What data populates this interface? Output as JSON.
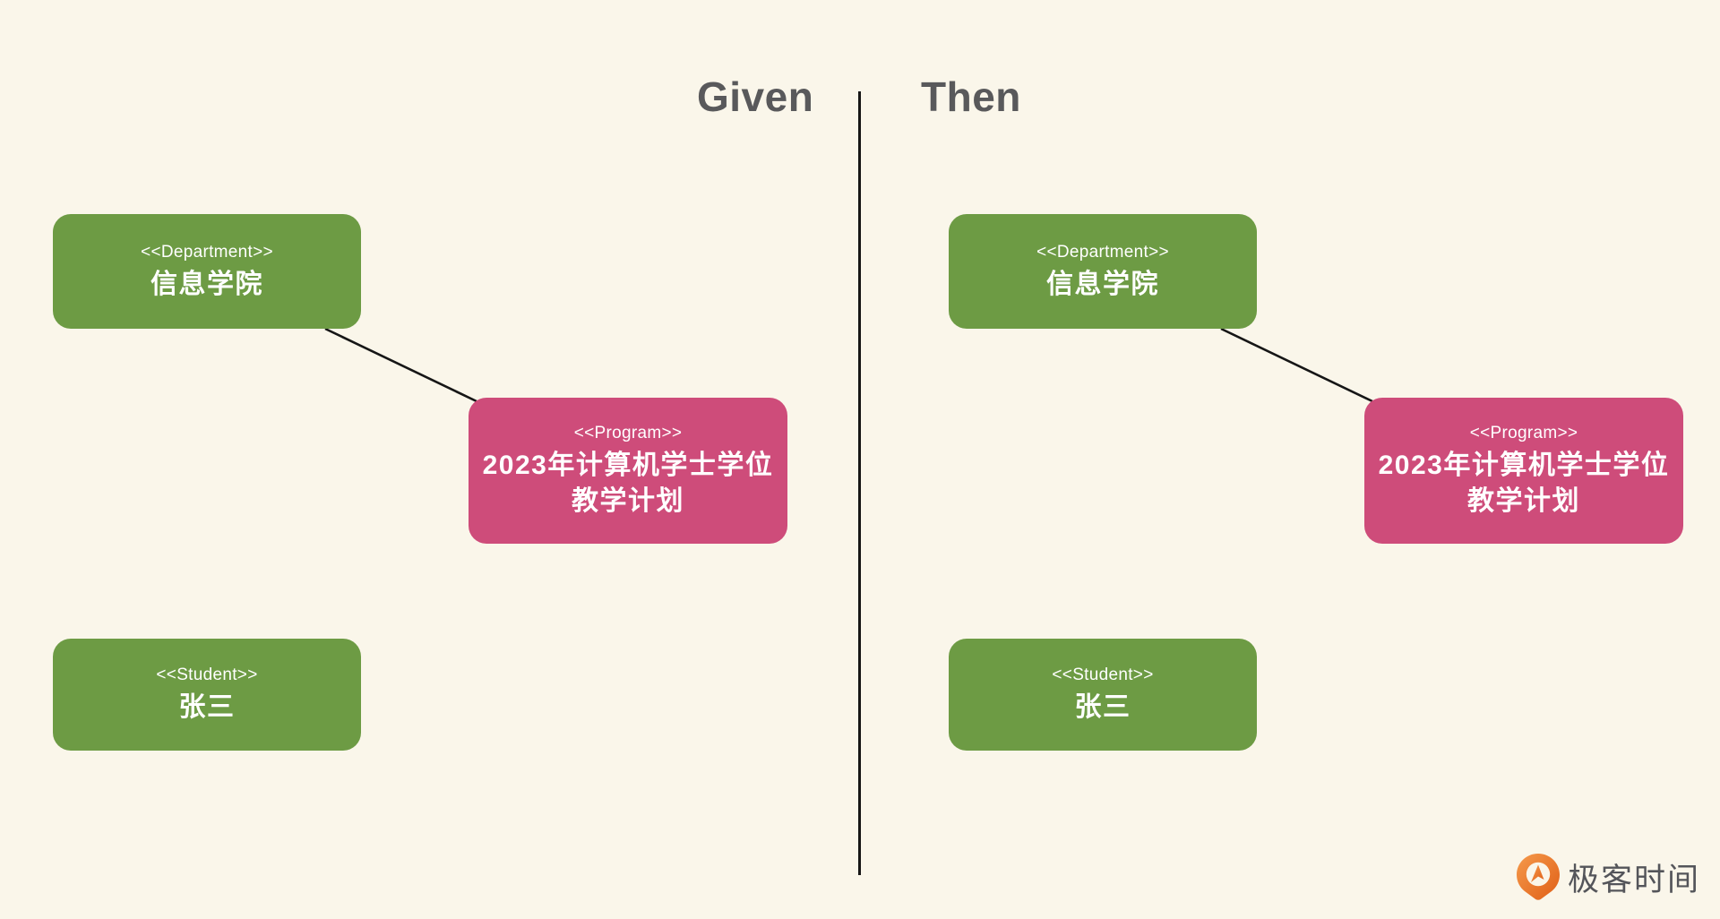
{
  "page": {
    "background_color": "#faf6ea",
    "divider_color": "#161616"
  },
  "header": {
    "given_label": "Given",
    "then_label": "Then",
    "text_color": "#59595b"
  },
  "colors": {
    "node_green": "#6d9b44",
    "node_pink": "#ce4c7a",
    "node_text": "#ffffff",
    "connector": "#161616",
    "logo_orange": "#e8711f"
  },
  "panels": [
    {
      "side": "given",
      "department": {
        "stereotype": "<<Department>>",
        "name": "信息学院"
      },
      "program": {
        "stereotype": "<<Program>>",
        "name_lines": [
          "2023年计算机学士学位",
          "教学计划"
        ]
      },
      "student": {
        "stereotype": "<<Student>>",
        "name": "张三"
      }
    },
    {
      "side": "then",
      "department": {
        "stereotype": "<<Department>>",
        "name": "信息学院"
      },
      "program": {
        "stereotype": "<<Program>>",
        "name_lines": [
          "2023年计算机学士学位",
          "教学计划"
        ]
      },
      "student": {
        "stereotype": "<<Student>>",
        "name": "张三"
      }
    }
  ],
  "logo": {
    "text": "极客时间",
    "icon": "geektime-pin-icon"
  }
}
